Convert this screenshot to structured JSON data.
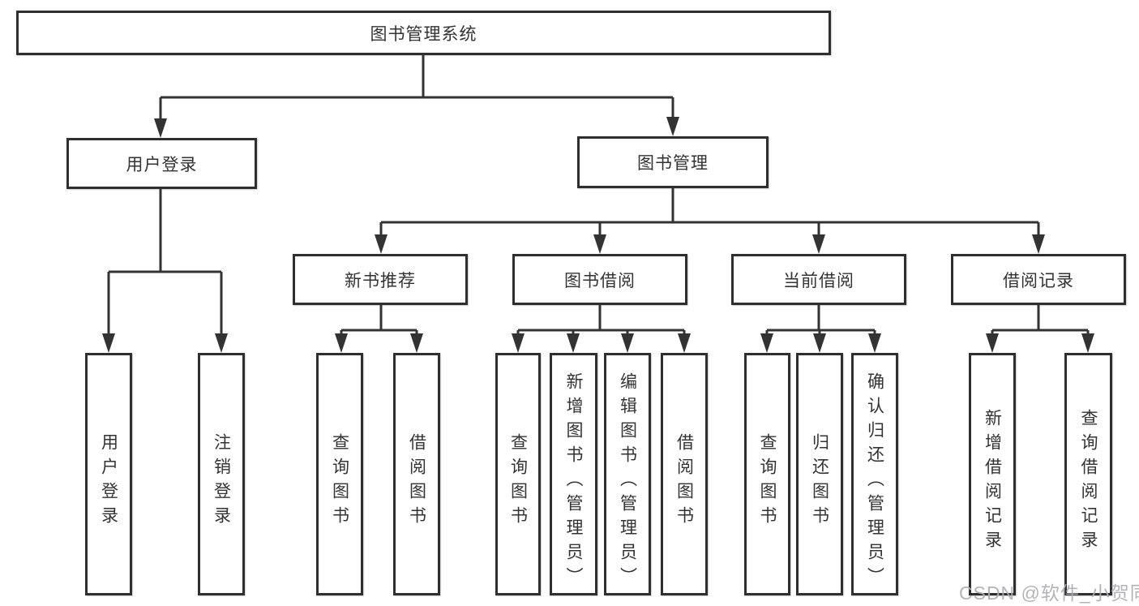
{
  "tree": {
    "label": "图书管理系统",
    "children": [
      {
        "label": "用户登录",
        "children": [
          {
            "label": "用户登录"
          },
          {
            "label": "注销登录"
          }
        ]
      },
      {
        "label": "图书管理",
        "children": [
          {
            "label": "新书推荐",
            "children": [
              {
                "label": "查询图书"
              },
              {
                "label": "借阅图书"
              }
            ]
          },
          {
            "label": "图书借阅",
            "children": [
              {
                "label": "查询图书"
              },
              {
                "label": "新增图书（管理员）"
              },
              {
                "label": "编辑图书（管理员）"
              },
              {
                "label": "借阅图书"
              }
            ]
          },
          {
            "label": "当前借阅",
            "children": [
              {
                "label": "查询图书"
              },
              {
                "label": "归还图书"
              },
              {
                "label": "确认归还（管理员）"
              }
            ]
          },
          {
            "label": "借阅记录",
            "children": [
              {
                "label": "新增借阅记录"
              },
              {
                "label": "查询借阅记录"
              }
            ]
          }
        ]
      }
    ]
  },
  "watermark": {
    "text": "CSDN @软件_小贺同学"
  },
  "colors": {
    "line": "#333333",
    "box_border": "#2f2f2f",
    "text": "#333333",
    "watermark": "#aeaeb2",
    "background": "#ffffff"
  }
}
